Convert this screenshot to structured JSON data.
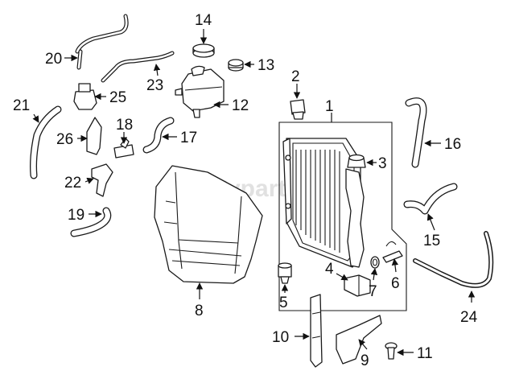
{
  "watermark": "vparts",
  "callouts": [
    {
      "id": "1",
      "label": "1"
    },
    {
      "id": "2",
      "label": "2"
    },
    {
      "id": "3",
      "label": "3"
    },
    {
      "id": "4",
      "label": "4"
    },
    {
      "id": "5",
      "label": "5"
    },
    {
      "id": "6",
      "label": "6"
    },
    {
      "id": "7",
      "label": "7"
    },
    {
      "id": "8",
      "label": "8"
    },
    {
      "id": "9",
      "label": "9"
    },
    {
      "id": "10",
      "label": "10"
    },
    {
      "id": "11",
      "label": "11"
    },
    {
      "id": "12",
      "label": "12"
    },
    {
      "id": "13",
      "label": "13"
    },
    {
      "id": "14",
      "label": "14"
    },
    {
      "id": "15",
      "label": "15"
    },
    {
      "id": "16",
      "label": "16"
    },
    {
      "id": "17",
      "label": "17"
    },
    {
      "id": "18",
      "label": "18"
    },
    {
      "id": "19",
      "label": "19"
    },
    {
      "id": "20",
      "label": "20"
    },
    {
      "id": "21",
      "label": "21"
    },
    {
      "id": "22",
      "label": "22"
    },
    {
      "id": "23",
      "label": "23"
    },
    {
      "id": "24",
      "label": "24"
    },
    {
      "id": "25",
      "label": "25"
    },
    {
      "id": "26",
      "label": "26"
    }
  ]
}
